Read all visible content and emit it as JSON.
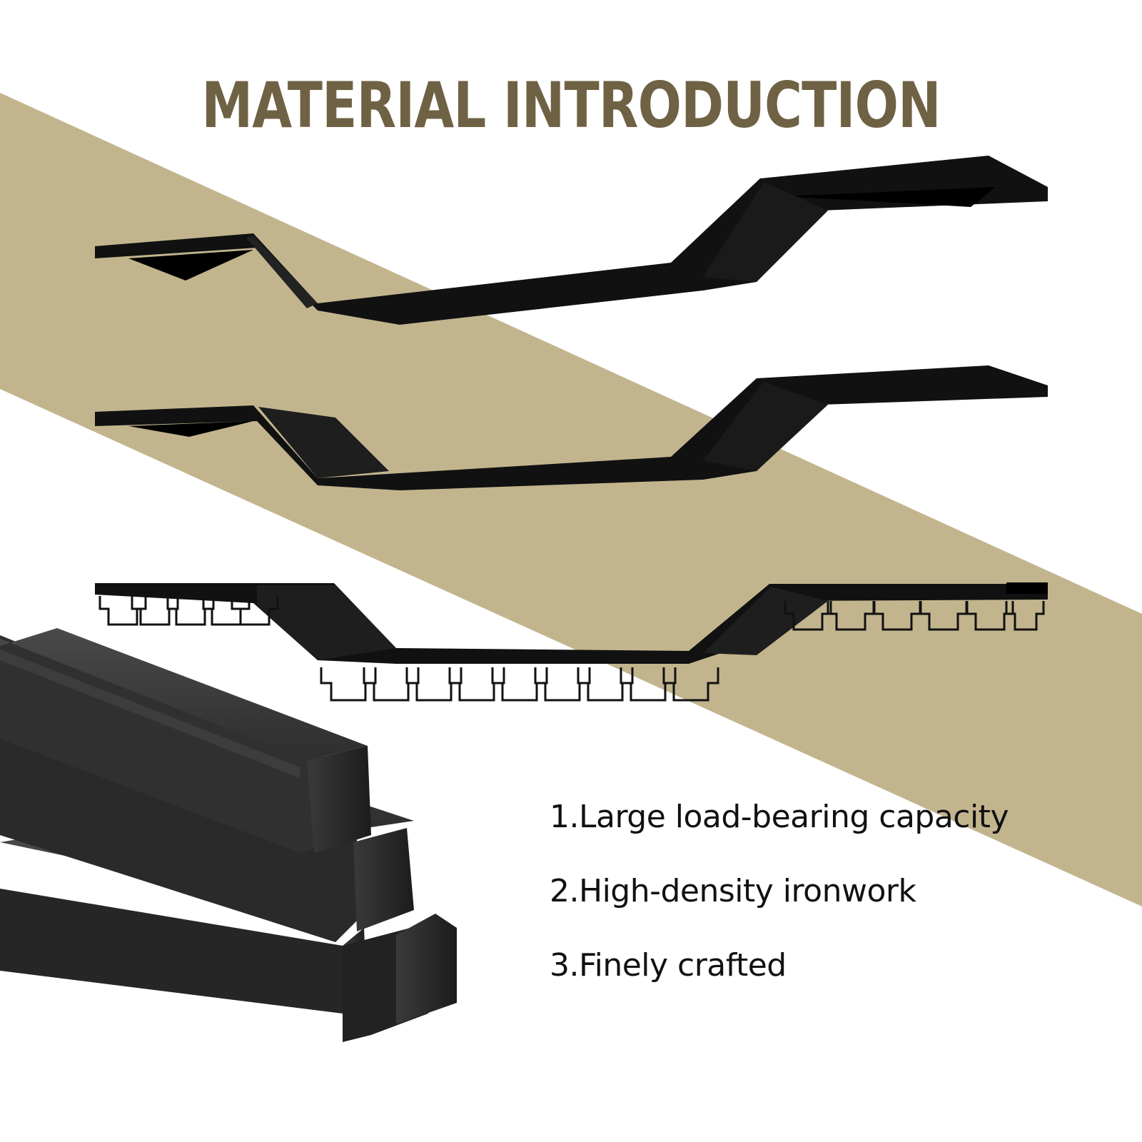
{
  "title": "MATERIAL INTRODUCTION",
  "features": [
    "1.Large load-bearing capacity",
    "2.High-density ironwork",
    "3.Finely crafted"
  ],
  "colors": {
    "title": "#6f6244",
    "band": "#c2b58e",
    "shelf": "#111111",
    "tube": "#2a2a2a",
    "text": "#111111"
  },
  "icons": [
    "wall-shelf",
    "wall-shelf",
    "wine-glass-rack-shelf",
    "square-steel-tubes"
  ]
}
